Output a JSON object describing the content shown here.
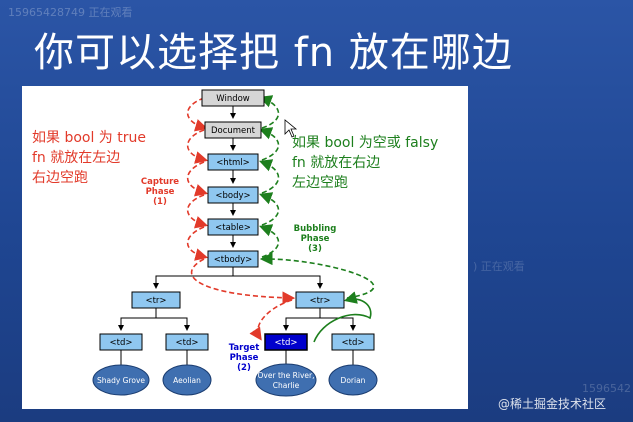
{
  "slide": {
    "title": "你可以选择把 fn 放在哪边",
    "watermark_top": "15965428749 正在观看",
    "watermark_mid": ") 正在观看",
    "watermark_right": "1596542",
    "watermark_bottom": "@稀土掘金技术社区"
  },
  "nodes": {
    "window": "Window",
    "document": "Document",
    "html": "<html>",
    "body": "<body>",
    "table": "<table>",
    "tbody": "<tbody>",
    "tr_left": "<tr>",
    "tr_right": "<tr>",
    "td_1": "<td>",
    "td_2": "<td>",
    "td_target": "<td>",
    "td_4": "<td>"
  },
  "leaves": {
    "leaf_1": "Shady Grove",
    "leaf_2": "Aeolian",
    "leaf_3_line1": "Over the River,",
    "leaf_3_line2": "Charlie",
    "leaf_4": "Dorian"
  },
  "phases": {
    "capture_1": "Capture",
    "capture_2": "Phase",
    "capture_3": "(1)",
    "bubbling_1": "Bubbling",
    "bubbling_2": "Phase",
    "bubbling_3": "(3)",
    "target_1": "Target",
    "target_2": "Phase",
    "target_3": "(2)"
  },
  "notes": {
    "left_1": "如果 bool 为 true",
    "left_2": "fn 就放在左边",
    "left_3": "右边空跑",
    "right_1": "如果 bool 为空或 falsy",
    "right_2": "fn 就放在右边",
    "right_3": "左边空跑"
  },
  "colors": {
    "capture": "#e23a2a",
    "bubbling": "#1d7f1d",
    "target": "#0000cc",
    "node": "#8fc7f0"
  }
}
